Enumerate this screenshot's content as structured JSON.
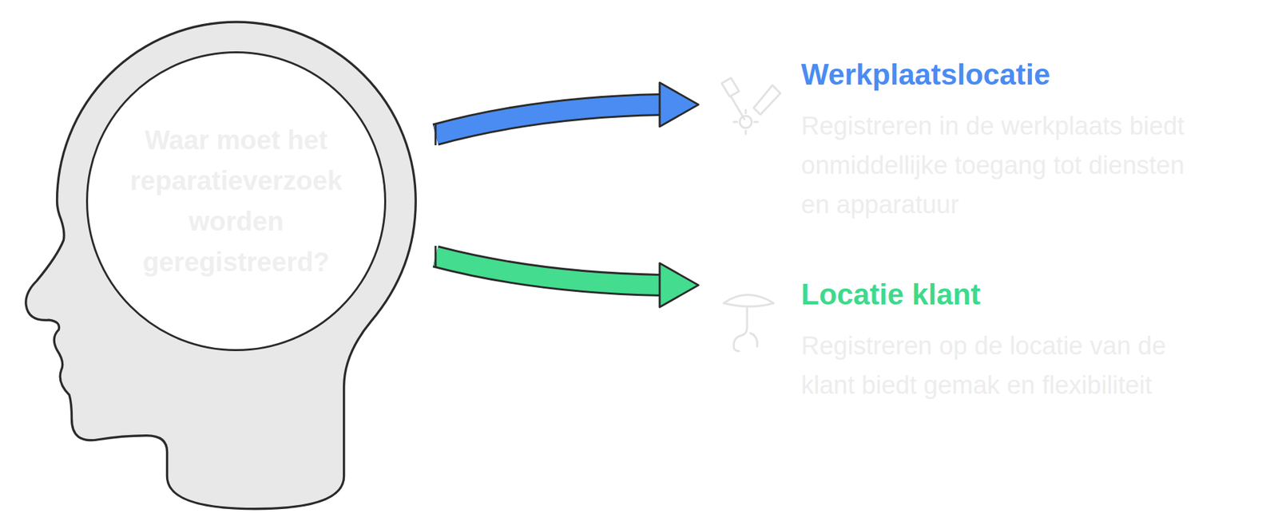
{
  "diagram": {
    "nodes": [
      {
        "text": [
          "Waar moet het reparatieverzoek worden geregistreerd?"
        ]
      },
      {
        "text": [
          "Werkplaatslocatie",
          "Registreren in de werkplaats biedt onmiddellijke toegang tot diensten en apparatuur"
        ]
      },
      {
        "text": [
          "Locatie klant",
          "Registreren op de locatie van de klant biedt gemak en flexibiliteit"
        ]
      }
    ],
    "edges": [
      {
        "from": 0,
        "to": 1,
        "arrow": "to"
      },
      {
        "from": 0,
        "to": 2,
        "arrow": "to"
      }
    ]
  }
}
